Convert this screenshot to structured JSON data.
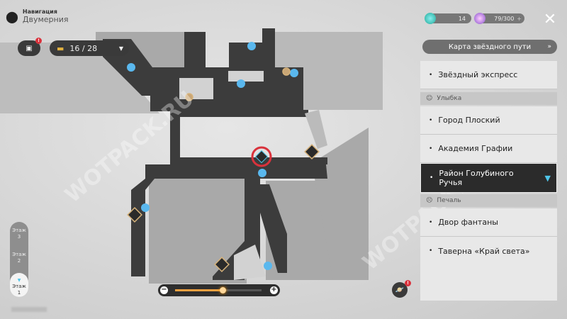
{
  "header": {
    "nav_label": "Навигация",
    "location": "Двумерния"
  },
  "toolbar": {
    "chest_count": "16 / 28",
    "notification_badge": "!"
  },
  "resources": {
    "stellar_jade": "14",
    "trailblaze_power": "79/300",
    "add": "+"
  },
  "close_label": "✕",
  "star_map_button": "Карта звёздного пути",
  "locations": {
    "top": [
      {
        "label": "Звёздный экспресс"
      }
    ],
    "groups": [
      {
        "name": "Улыбка",
        "items": [
          {
            "label": "Город Плоский"
          },
          {
            "label": "Академия Графии"
          },
          {
            "label": "Район Голубиного Ручья",
            "selected": true
          }
        ]
      },
      {
        "name": "Печаль",
        "items": [
          {
            "label": "Двор фантаны"
          },
          {
            "label": "Таверна «Край света»"
          }
        ]
      }
    ]
  },
  "floors": [
    {
      "label": "Этаж",
      "num": "3"
    },
    {
      "label": "Этаж",
      "num": "2"
    },
    {
      "label": "Этаж",
      "num": "1",
      "active": true
    }
  ],
  "zoom": {
    "level": 0.55,
    "minus": "−",
    "plus": "+"
  },
  "colors": {
    "accent": "#f0a040",
    "selected_bg": "#2b2b2b",
    "marker": "#d9323c",
    "teleport": "#4ec4e8"
  }
}
